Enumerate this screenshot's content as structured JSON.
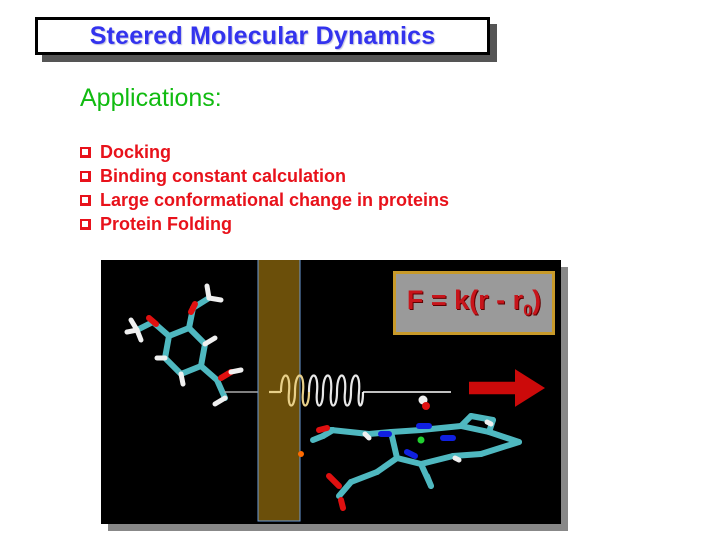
{
  "slide": {
    "title": "Steered Molecular Dynamics",
    "subtitle": "Applications:",
    "bullets": [
      {
        "label": "Docking",
        "icon": "checkbox-icon"
      },
      {
        "label": "Binding constant calculation",
        "icon": "checkbox-icon"
      },
      {
        "label": "Large conformational change in proteins",
        "icon": "checkbox-icon"
      },
      {
        "label": "Protein Folding",
        "icon": "checkbox-icon"
      }
    ],
    "figure": {
      "formula_main": "F = k(r - r",
      "formula_sub": "0",
      "formula_close": ")",
      "elements": [
        "ligand-molecule",
        "membrane-wall",
        "spring",
        "pull-direction-arrow",
        "heme-protein-molecule",
        "water-molecule"
      ]
    }
  },
  "colors": {
    "title_text": "#3333ee",
    "subtitle_text": "#11bb11",
    "bullet_text": "#e8121b",
    "wall": "#6b4f0a",
    "arrow": "#cc0a0a",
    "carbon": "#4fb8c0",
    "oxygen": "#e01010",
    "nitrogen": "#1020e0",
    "hydrogen": "#f0f0f0"
  }
}
